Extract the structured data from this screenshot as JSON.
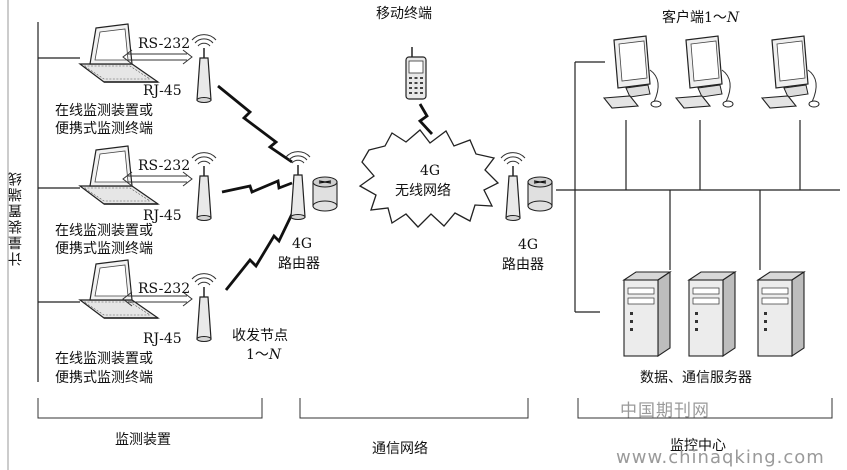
{
  "left_bus_label": "计量装置端线",
  "devices": [
    {
      "rs": "RS-232",
      "rj": "RJ-45",
      "line1": "在线监测装置或",
      "line2": "便携式监测终端"
    },
    {
      "rs": "RS-232",
      "rj": "RJ-45",
      "line1": "在线监测装置或",
      "line2": "便携式监测终端"
    },
    {
      "rs": "RS-232",
      "rj": "RJ-45",
      "line1": "在线监测装置或",
      "line2": "便携式监测终端"
    }
  ],
  "transceiver_label": {
    "line1": "收发节点",
    "line2_prefix": "1～",
    "line2_var": "N"
  },
  "router_left": {
    "line1": "4G",
    "line2": "路由器"
  },
  "router_right": {
    "line1": "4G",
    "line2": "路由器"
  },
  "mobile_terminal": "移动终端",
  "cloud": {
    "line1": "4G",
    "line2": "无线网络"
  },
  "clients_label": {
    "prefix": "客户端1～",
    "var": "N"
  },
  "servers_label": "数据、通信服务器",
  "sections": {
    "left": "监测装置",
    "middle": "通信网络",
    "right": "监控中心"
  },
  "watermarks": {
    "cn": "中国期刊网",
    "url": "www.chinaqking.com"
  },
  "icons": [
    "laptop-icon",
    "antenna-icon",
    "router-icon",
    "mobile-phone-icon",
    "desktop-computer-icon",
    "server-tower-icon",
    "lightning-link-icon",
    "cloud-icon"
  ]
}
